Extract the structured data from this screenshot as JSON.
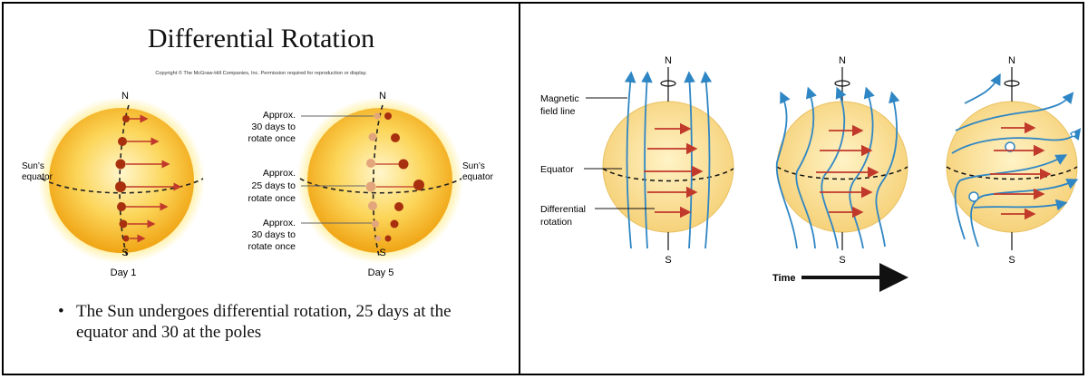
{
  "left": {
    "title": "Differential Rotation",
    "copyright": "Copyright © The McGraw-Hill Companies, Inc. Permission required for reproduction or display.",
    "north": "N",
    "south": "S",
    "suns_equator_line1": "Sun’s",
    "suns_equator_line2": "equator",
    "day1": "Day 1",
    "day5": "Day 5",
    "approx_top": [
      "Approx.",
      "30 days to",
      "rotate once"
    ],
    "approx_mid": [
      "Approx.",
      "25 days to",
      "rotate once"
    ],
    "approx_bot": [
      "Approx.",
      "30 days to",
      "rotate once"
    ],
    "bullet_symbol": "•",
    "bullet": "The Sun undergoes differential rotation, 25 days at the equator and 30 at the poles"
  },
  "right": {
    "north": "N",
    "south": "S",
    "magnetic_line1": "Magnetic",
    "magnetic_line2": "field line",
    "equator": "Equator",
    "differential_line1": "Differential",
    "differential_line2": "rotation",
    "time": "Time"
  },
  "colors": {
    "sun_core": "#fff1b8",
    "sun_edge": "#f3b21c",
    "glow": "#ffe45a",
    "spot_dark": "#a8300f",
    "spot_light": "#e3a67c",
    "arrow_red": "#c0392b",
    "field_blue": "#2f86c4",
    "globe_fill": "#fce49a"
  }
}
